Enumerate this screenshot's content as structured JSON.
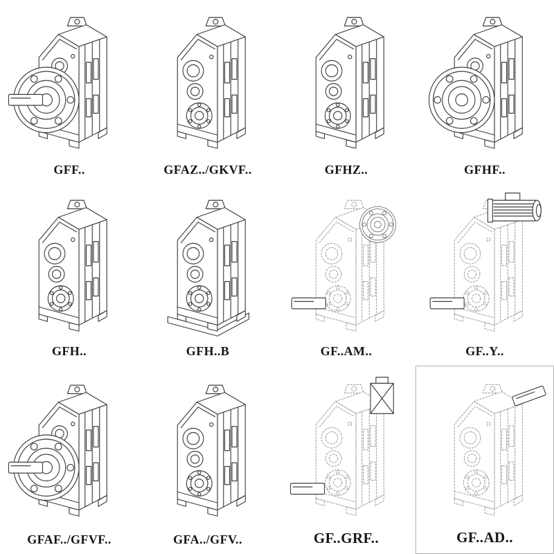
{
  "background": "#ffffff",
  "colors": {
    "line": "#3f3f3f",
    "dashed_line": "#979797",
    "label_text": "#161616",
    "frame_border": "#b3b3b3"
  },
  "grid": {
    "columns": 4,
    "rows": 3,
    "items": [
      {
        "label": "GFF..",
        "drawing": "gearbox-iso-flange-output-shaft"
      },
      {
        "label": "GFAZ../GKVF..",
        "drawing": "gearbox-iso-hollow-shaft"
      },
      {
        "label": "GFHZ..",
        "drawing": "gearbox-iso-hollow-shaft"
      },
      {
        "label": "GFHF..",
        "drawing": "gearbox-iso-flange-output-shaft"
      },
      {
        "label": "GFH..",
        "drawing": "gearbox-iso-hollow-shaft"
      },
      {
        "label": "GFH..B",
        "drawing": "gearbox-iso-hollow-shaft-base-plate"
      },
      {
        "label": "GF..AM..",
        "drawing": "gearbox-dashed-input-flange-adapter"
      },
      {
        "label": "GF..Y..",
        "drawing": "gearbox-dashed-mounted-motor"
      },
      {
        "label": "GFAF../GFVF..",
        "drawing": "gearbox-iso-flange-output-shaft"
      },
      {
        "label": "GFA../GFV..",
        "drawing": "gearbox-iso-hollow-shaft"
      },
      {
        "label": "GF..GRF..",
        "drawing": "gearbox-dashed-input-adapter"
      },
      {
        "label": "GF..AD..",
        "drawing": "gearbox-dashed-input-shaft"
      }
    ]
  }
}
